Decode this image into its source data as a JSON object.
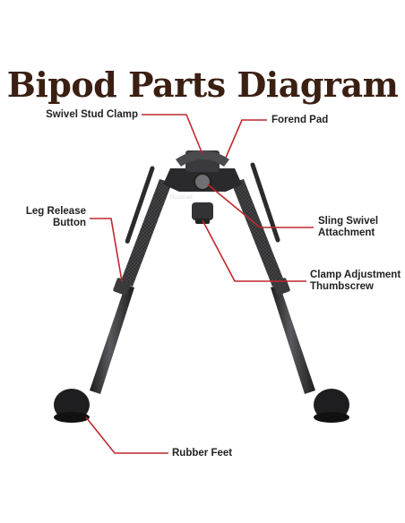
{
  "title": "Bipod Parts Diagram",
  "brand_mark": "Rconrad",
  "colors": {
    "title": "#3a1f12",
    "leader": "#c0272d",
    "metal": "#2f2f31",
    "carbon": "#3b3b3d"
  },
  "callouts": {
    "swivel_stud_clamp": "Swivel Stud Clamp",
    "forend_pad": "Forend Pad",
    "leg_release_line1": "Leg Release",
    "leg_release_line2": "Button",
    "sling_swivel_line1": "Sling Swivel",
    "sling_swivel_line2": "Attachment",
    "clamp_adjust_line1": "Clamp Adjustment",
    "clamp_adjust_line2": "Thumbscrew",
    "rubber_feet": "Rubber Feet"
  }
}
